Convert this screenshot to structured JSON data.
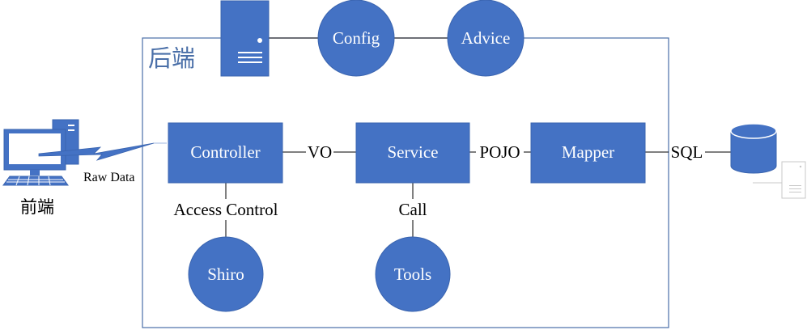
{
  "backend": {
    "label": "后端"
  },
  "frontend": {
    "label": "前端",
    "link_label": "Raw Data"
  },
  "boxes": {
    "controller": "Controller",
    "service": "Service",
    "mapper": "Mapper"
  },
  "circles": {
    "config": "Config",
    "advice": "Advice",
    "shiro": "Shiro",
    "tools": "Tools"
  },
  "edge_labels": {
    "vo": "VO",
    "pojo": "POJO",
    "sql": "SQL",
    "access_control": "Access Control",
    "call": "Call"
  },
  "colors": {
    "node_fill": "#4472C4",
    "node_stroke": "#3A64AF",
    "frame": "#4A6FA8",
    "line": "#000000",
    "text_on_node": "#ffffff"
  }
}
